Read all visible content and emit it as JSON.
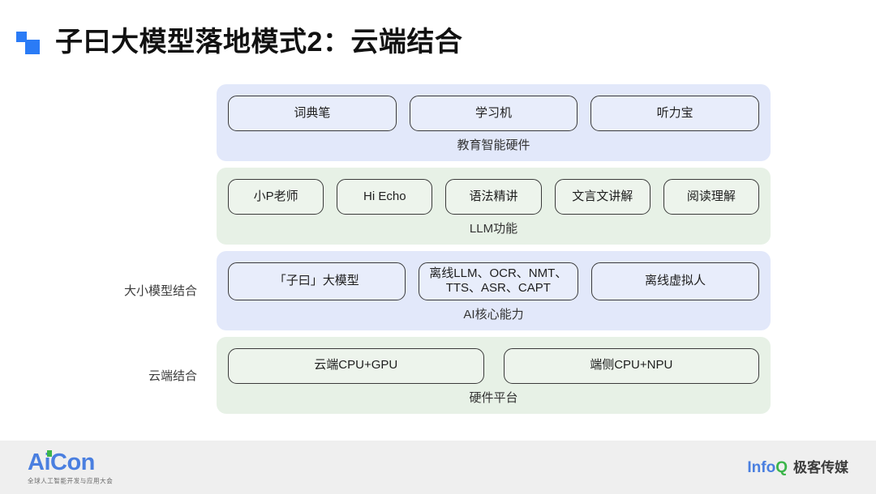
{
  "slide": {
    "title": "子曰大模型落地模式2：云端结合",
    "logo_icon": "blue-squares-logo-icon"
  },
  "diagram": {
    "rows": [
      {
        "side_label": "",
        "theme": "blue",
        "band_label": "教育智能硬件",
        "pills": [
          "词典笔",
          "学习机",
          "听力宝"
        ]
      },
      {
        "side_label": "",
        "theme": "green",
        "band_label": "LLM功能",
        "pills": [
          "小P老师",
          "Hi Echo",
          "语法精讲",
          "文言文讲解",
          "阅读理解"
        ]
      },
      {
        "side_label": "大小模型结合",
        "theme": "blue",
        "band_label": "AI核心能力",
        "pills": [
          "「子曰」大模型",
          "离线LLM、OCR、NMT、\nTTS、ASR、CAPT",
          "离线虚拟人"
        ]
      },
      {
        "side_label": "云端结合",
        "theme": "green",
        "band_label": "硬件平台",
        "pills": [
          "云端CPU+GPU",
          "端侧CPU+NPU"
        ]
      }
    ]
  },
  "footer": {
    "aicon_word": "AiCon",
    "aicon_sub": "全球人工智能开发与应用大会",
    "infoq_info": "Info",
    "infoq_q": "Q",
    "infoq_cn": "极客传媒"
  },
  "colors": {
    "accent_blue": "#2a7bf6",
    "band_blue": "#e2e8fa",
    "band_green": "#e7f1e6",
    "brand_blue": "#4a7fe0",
    "brand_green": "#3bb54a",
    "footer_bg": "#efefef"
  }
}
